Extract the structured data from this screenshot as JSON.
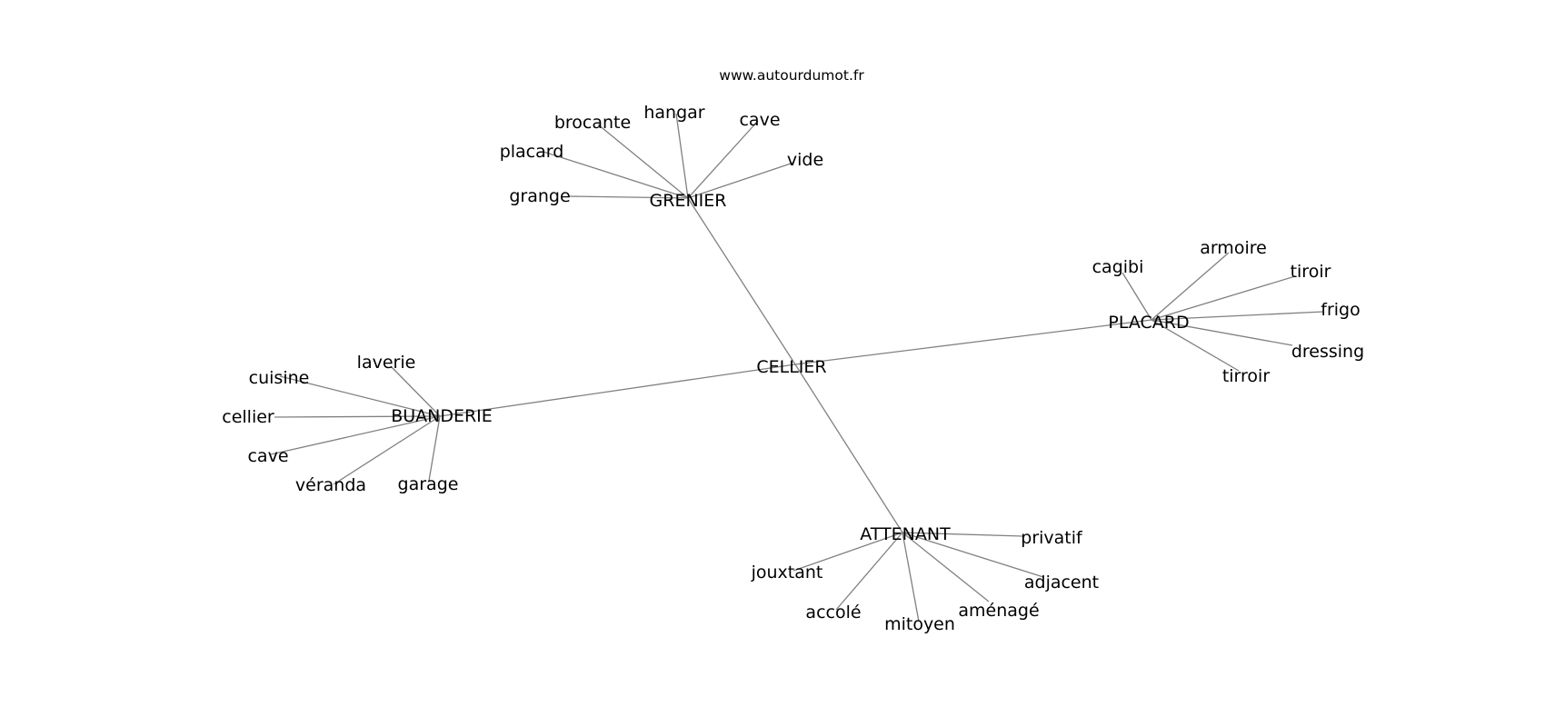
{
  "watermark": "www.autourdumot.fr",
  "center": "CELLIER",
  "groups": [
    {
      "hub": "GRENIER",
      "leaves": [
        "grange",
        "placard",
        "brocante",
        "hangar",
        "cave",
        "vide"
      ]
    },
    {
      "hub": "PLACARD",
      "leaves": [
        "cagibi",
        "armoire",
        "tiroir",
        "frigo",
        "dressing",
        "tirroir"
      ]
    },
    {
      "hub": "BUANDERIE",
      "leaves": [
        "laverie",
        "cuisine",
        "cellier",
        "cave",
        "véranda",
        "garage"
      ]
    },
    {
      "hub": "ATTENANT",
      "leaves": [
        "privatif",
        "adjacent",
        "aménagé",
        "mitoyen",
        "accolé",
        "jouxtant"
      ]
    }
  ]
}
